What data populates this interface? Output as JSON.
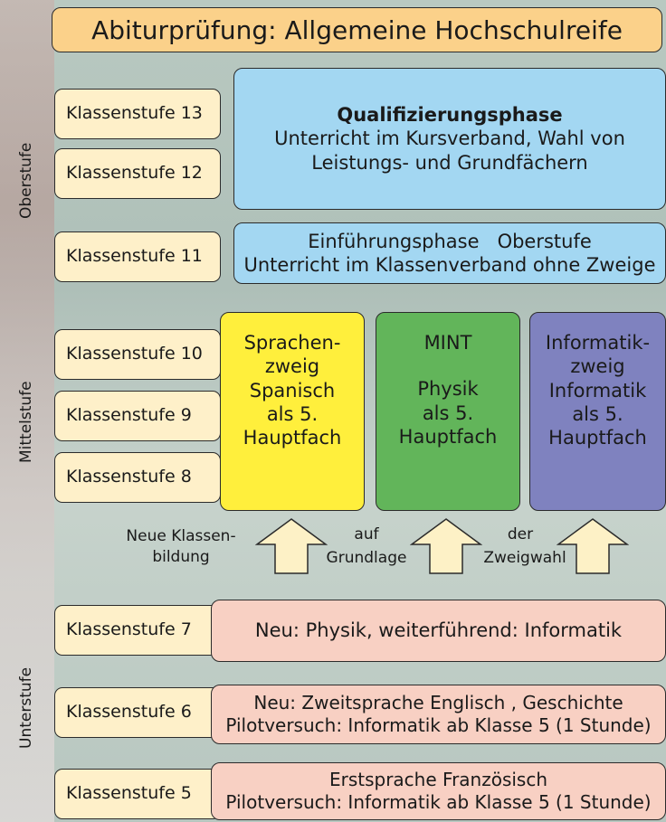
{
  "title": "Abiturprüfung: Allgemeine Hochschulreife",
  "side_labels": {
    "oberstufe": "Oberstufe",
    "mittelstufe": "Mittelstufe",
    "unterstufe": "Unterstufe"
  },
  "klassenstufen": {
    "k13": "Klassenstufe 13",
    "k12": "Klassenstufe 12",
    "k11": "Klassenstufe 11",
    "k10": "Klassenstufe 10",
    "k9": "Klassenstufe 9",
    "k8": "Klassenstufe 8",
    "k7": "Klassenstufe 7",
    "k6": "Klassenstufe 6",
    "k5": "Klassenstufe 5"
  },
  "qualifizierung": {
    "heading": "Qualifizierungsphase",
    "line1": "Unterricht im Kursverband, Wahl von",
    "line2": "Leistungs- und Grundfächern"
  },
  "einfuehrung": {
    "line1": "Einführungsphase   Oberstufe",
    "line2": "Unterricht im Klassenverband ohne Zweige"
  },
  "zweige": {
    "sprachen": [
      "Sprachen-",
      "zweig",
      "Spanisch",
      "als 5.",
      "Hauptfach"
    ],
    "mint": [
      "MINT",
      "Physik",
      "als 5.",
      "Hauptfach"
    ],
    "informatik": [
      "Informatik-",
      "zweig",
      "Informatik",
      "als 5.",
      "Hauptfach"
    ]
  },
  "arrow_notes": {
    "neue_1": "Neue Klassen-",
    "neue_2": "bildung",
    "auf": "auf",
    "grundlage": "Grundlage",
    "der": "der",
    "zweigwahl": "Zweigwahl"
  },
  "unterstufe": {
    "k7_text": "Neu: Physik, weiterführend: Informatik",
    "k6_line1": "Neu: Zweitsprache Englisch , Geschichte",
    "k6_line2": "Pilotversuch: Informatik ab Klasse 5 (1 Stunde)",
    "k5_line1": "Erstsprache Französisch",
    "k5_line2": "Pilotversuch: Informatik ab Klasse 5 (1 Stunde)"
  },
  "colors": {
    "title": "#fbd18a",
    "stufe": "#fef0c9",
    "blue": "#a3d7f2",
    "yellow": "#ffef3c",
    "green": "#62b55a",
    "purple": "#7f82bf",
    "pink": "#f8d0c3",
    "arrow": "#fdf1c6"
  }
}
